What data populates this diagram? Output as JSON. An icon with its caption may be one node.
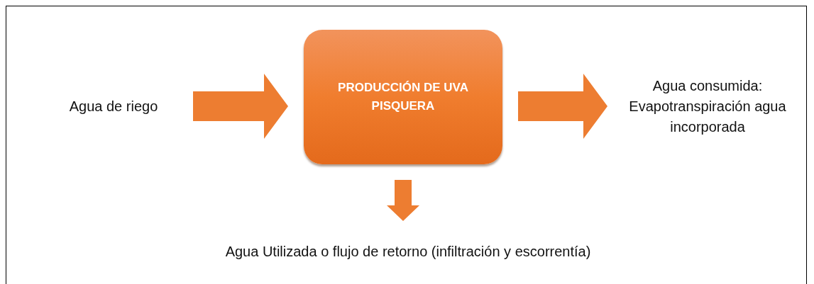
{
  "diagram": {
    "nodes": [
      {
        "text": [
          "Agua de riego"
        ]
      },
      {
        "text": [
          "PRODUCCIÓN DE UVA PISQUERA"
        ]
      },
      {
        "text": [
          "Agua consumida: Evapotranspiración agua incorporada"
        ]
      },
      {
        "text": [
          "Agua Utilizada o flujo de retorno (infiltración y escorrentía)"
        ]
      }
    ],
    "edges": [
      {
        "from": 0,
        "to": 1,
        "arrow": "to",
        "style": "thick"
      },
      {
        "from": 1,
        "to": 2,
        "arrow": "to",
        "style": "thick"
      },
      {
        "from": 1,
        "to": 3,
        "arrow": "to",
        "style": "thick"
      }
    ]
  }
}
